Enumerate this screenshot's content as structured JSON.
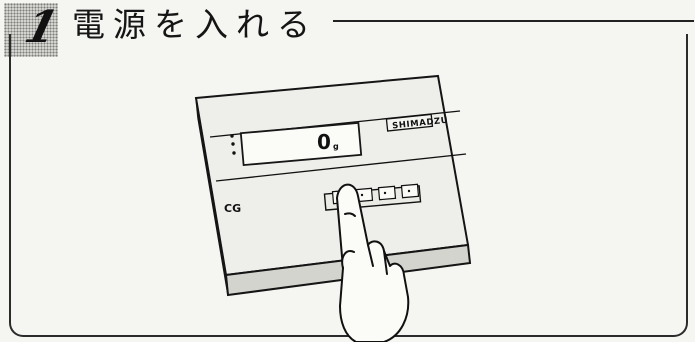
{
  "section": {
    "step_number": "1",
    "title": "電源を入れる"
  },
  "device": {
    "brand": "SHIMADZU",
    "model": "CG",
    "display_value": "0",
    "display_unit": "g",
    "keypad_symbol": "↓"
  }
}
